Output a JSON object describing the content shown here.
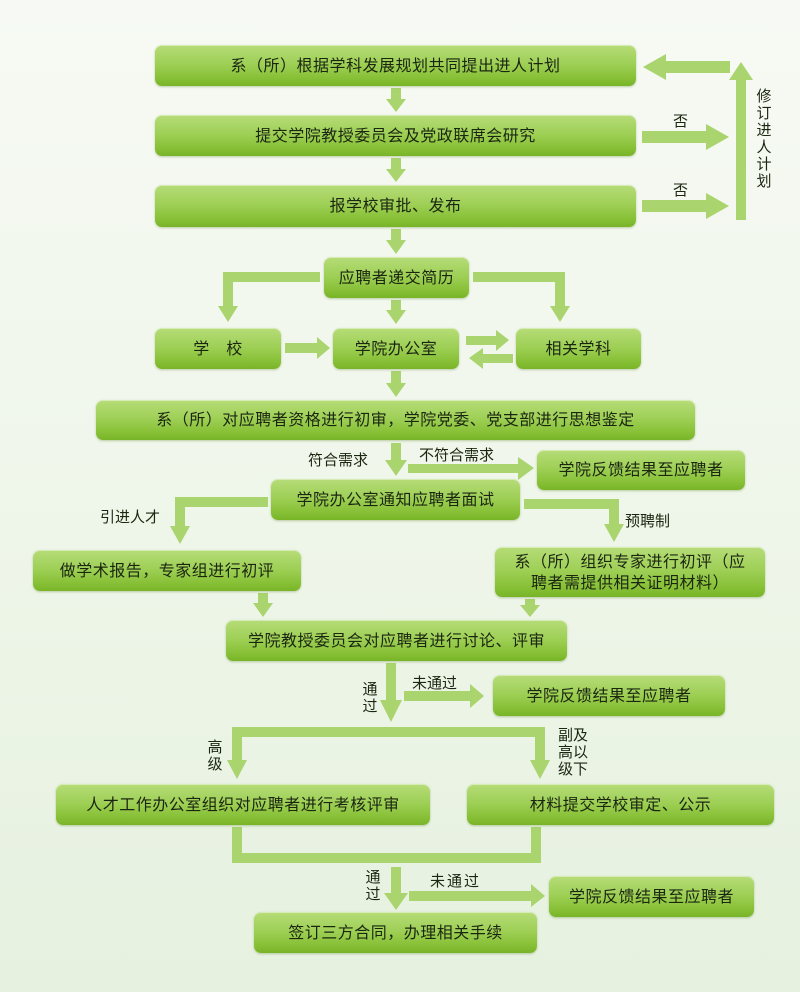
{
  "flowchart": {
    "colors": {
      "box_top": "#b6dc78",
      "box_bottom": "#78b428",
      "arrow": "#a9d46e",
      "background_top": "#f7faf4",
      "background_bottom": "#e6f1df",
      "text": "#1b2610"
    },
    "nodes": {
      "plan": "系（所）根据学科发展规划共同提出进人计划",
      "committee_study": "提交学院教授委员会及党政联席会研究",
      "school_approval": "报学校审批、发布",
      "submit_resume": "应聘者递交简历",
      "school": "学　校",
      "college_office": "学院办公室",
      "related_discipline": "相关学科",
      "initial_review": "系（所）对应聘者资格进行初审，学院党委、党支部进行思想鉴定",
      "feedback_1": "学院反馈结果至应聘者",
      "interview_notice": "学院办公室通知应聘者面试",
      "academic_report": "做学术报告，专家组进行初评",
      "dept_expert_review": "系（所）组织专家进行初评（应聘者需提供相关证明材料）",
      "professor_committee": "学院教授委员会对应聘者进行讨论、评审",
      "feedback_2": "学院反馈结果至应聘者",
      "talent_office_review": "人才工作办公室组织对应聘者进行考核评审",
      "submit_materials": "材料提交学校审定、公示",
      "feedback_3": "学院反馈结果至应聘者",
      "sign_contract": "签订三方合同，办理相关手续"
    },
    "labels": {
      "no_1": "否",
      "no_2": "否",
      "revise_plan": "修订进人计划",
      "meets_requirements": "符合需求",
      "not_meet_requirements": "不符合需求",
      "talent_introduction": "引进人才",
      "pre_employment": "预聘制",
      "pass_1": "通过",
      "fail_1": "未通过",
      "senior": "高级",
      "associate_and_below": "副及高以级下",
      "pass_2": "通过",
      "fail_2": "未通过"
    }
  }
}
